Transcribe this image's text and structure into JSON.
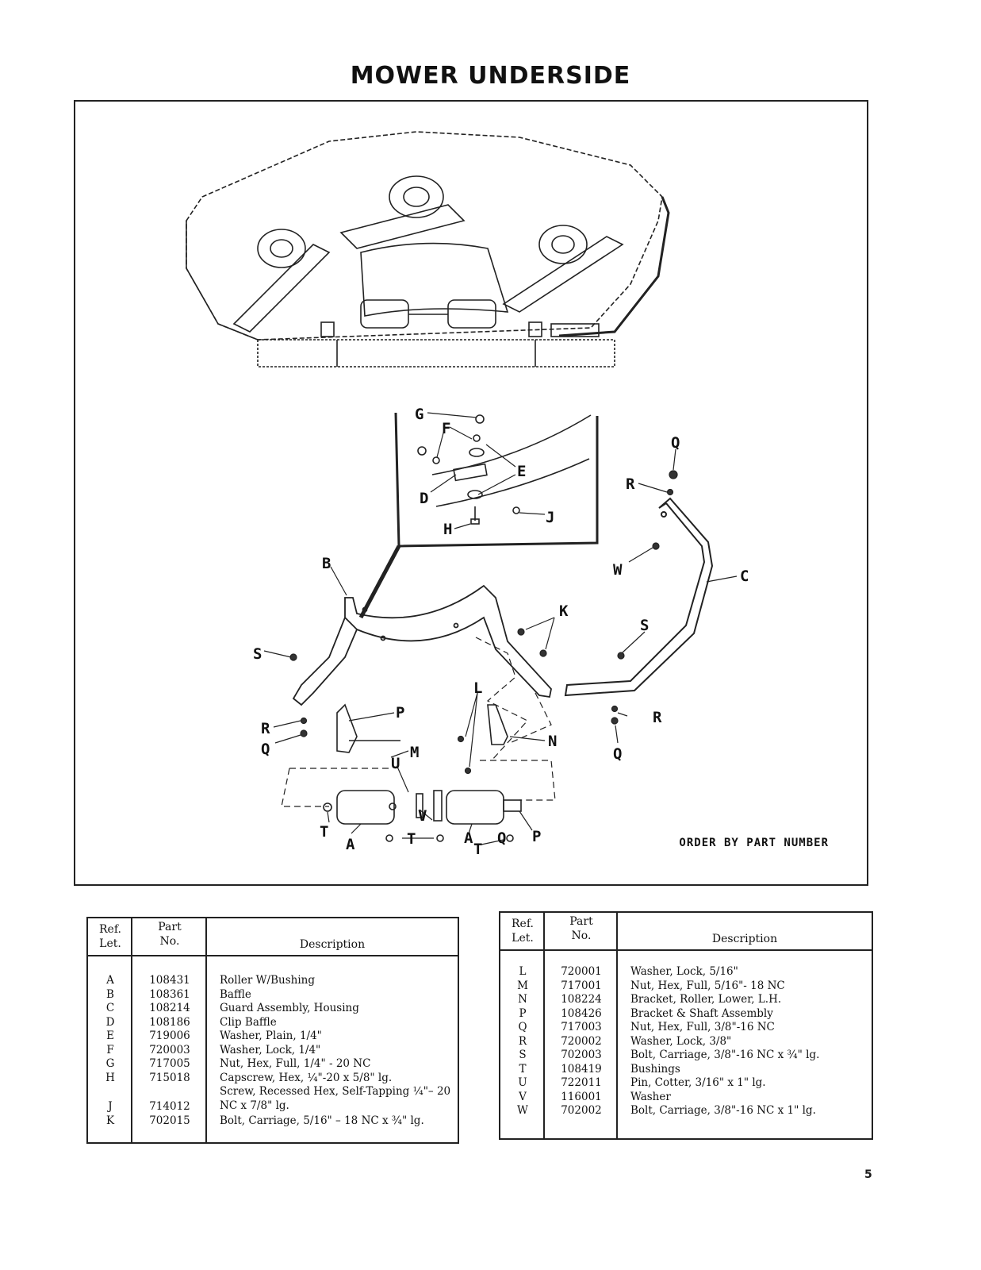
{
  "page": {
    "title": "MOWER UNDERSIDE",
    "page_number": "5",
    "order_note": "ORDER BY PART NUMBER"
  },
  "diagram": {
    "callouts": [
      "G",
      "F",
      "E",
      "D",
      "J",
      "H",
      "Q",
      "R",
      "W",
      "C",
      "B",
      "K",
      "S",
      "S",
      "R",
      "Q",
      "P",
      "L",
      "N",
      "M",
      "U",
      "R",
      "Q",
      "T",
      "V",
      "A",
      "T",
      "A",
      "T",
      "Q",
      "P"
    ]
  },
  "tables": {
    "headers": {
      "ref_let": [
        "Ref.",
        "Let."
      ],
      "part_no": [
        "Part",
        "No."
      ],
      "description": "Description"
    },
    "left": [
      {
        "let": "A",
        "no": "108431",
        "desc": "Roller W/Bushing"
      },
      {
        "let": "B",
        "no": "108361",
        "desc": "Baffle"
      },
      {
        "let": "C",
        "no": "108214",
        "desc": "Guard Assembly, Housing"
      },
      {
        "let": "D",
        "no": "108186",
        "desc": "Clip Baffle"
      },
      {
        "let": "E",
        "no": "719006",
        "desc": "Washer, Plain, 1/4\""
      },
      {
        "let": "F",
        "no": "720003",
        "desc": "Washer, Lock, 1/4\""
      },
      {
        "let": "G",
        "no": "717005",
        "desc": "Nut, Hex, Full, 1/4\" - 20 NC"
      },
      {
        "let": "H",
        "no": "715018",
        "desc": "Capscrew, Hex, ¼\"-20 x 5/8\" lg."
      },
      {
        "let": "J",
        "no": "714012",
        "desc": "Screw, Recessed Hex, Self-Tapping ¼\"– 20 NC x 7/8\" lg.",
        "tall": true
      },
      {
        "let": "K",
        "no": "702015",
        "desc": "Bolt, Carriage, 5/16\" – 18 NC x ¾\" lg."
      }
    ],
    "right": [
      {
        "let": "L",
        "no": "720001",
        "desc": "Washer, Lock, 5/16\""
      },
      {
        "let": "M",
        "no": "717001",
        "desc": "Nut, Hex, Full, 5/16\"- 18 NC"
      },
      {
        "let": "N",
        "no": "108224",
        "desc": "Bracket, Roller, Lower, L.H."
      },
      {
        "let": "P",
        "no": "108426",
        "desc": "Bracket & Shaft Assembly"
      },
      {
        "let": "Q",
        "no": "717003",
        "desc": "Nut, Hex, Full, 3/8\"-16 NC"
      },
      {
        "let": "R",
        "no": "720002",
        "desc": "Washer, Lock, 3/8\""
      },
      {
        "let": "S",
        "no": "702003",
        "desc": "Bolt, Carriage, 3/8\"-16 NC x ¾\" lg."
      },
      {
        "let": "T",
        "no": "108419",
        "desc": "Bushings"
      },
      {
        "let": "U",
        "no": "722011",
        "desc": "Pin, Cotter, 3/16\" x 1\" lg."
      },
      {
        "let": "V",
        "no": "116001",
        "desc": "Washer"
      },
      {
        "let": "W",
        "no": "702002",
        "desc": "Bolt, Carriage, 3/8\"-16 NC x 1\" lg."
      }
    ]
  }
}
